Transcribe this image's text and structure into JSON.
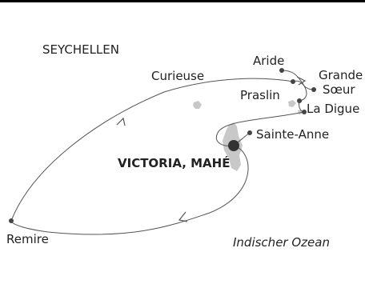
{
  "map": {
    "region_label": "SEYCHELLEN",
    "ocean_label": "Indischer Ozean",
    "capital_label": "VICTORIA, MAHÉ",
    "places": {
      "curieuse": "Curieuse",
      "aride": "Aride",
      "grande_soeur_line1": "Grande",
      "grande_soeur_line2": "Sœur",
      "praslin": "Praslin",
      "la_digue": "La Digue",
      "sainte_anne": "Sainte-Anne",
      "remire": "Remire"
    },
    "colors": {
      "land": "#c8c8c8",
      "route": "#555555",
      "stop": "#444444",
      "capital": "#333333",
      "text": "#222222",
      "border": "#000000"
    }
  }
}
